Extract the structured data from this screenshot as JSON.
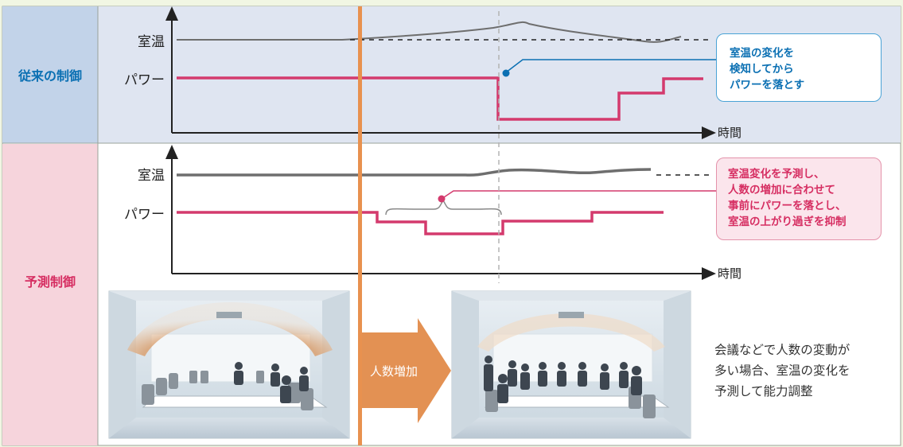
{
  "rows": {
    "conventional": "従来の制御",
    "predictive": "予測制御"
  },
  "chart1": {
    "room_temp_label": "室温",
    "power_label": "パワー",
    "time_label": "時間",
    "callout": [
      "室温の変化を",
      "検知してから",
      "パワーを落とす"
    ]
  },
  "chart2": {
    "room_temp_label": "室温",
    "power_label": "パワー",
    "time_label": "時間",
    "callout": [
      "室温変化を予測し、",
      "人数の増加に合わせて",
      "事前にパワーを落とし、",
      "室温の上がり過ぎを抑制"
    ]
  },
  "arrow_label": "人数増加",
  "caption": [
    "会議などで人数の変動が",
    "多い場合、室温の変化を",
    "予測して能力調整"
  ],
  "colors": {
    "page_bg": "#f1f6e3",
    "conventional_band": "#dfe5f1",
    "conventional_label_bg": "#c2d3e9",
    "conventional_label_text": "#0b70b3",
    "predictive_label_bg": "#f6d4dc",
    "predictive_label_text": "#d62e62",
    "power_line": "#d43a6d",
    "temp_line": "#6e6e6e",
    "time_divider": "#e8914f",
    "arrow": "#e39153"
  }
}
